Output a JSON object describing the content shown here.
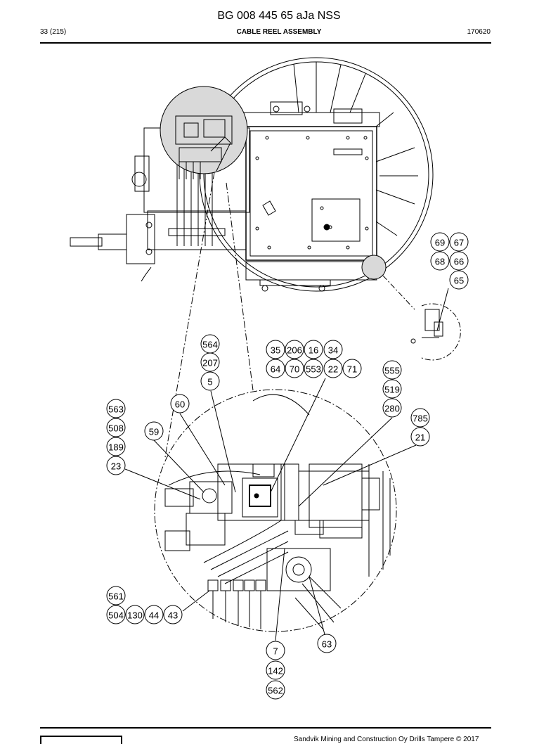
{
  "header": {
    "document_number": "BG 008 445 65 aJa NSS",
    "page": "33 (215)",
    "section_title": "CABLE REEL ASSEMBLY",
    "revision": "170620"
  },
  "footer": {
    "copyright": "Sandvik Mining and Construction Oy Drills Tampere © 2017"
  },
  "callouts": {
    "upper_detail": [
      "69",
      "67",
      "68",
      "66",
      "65"
    ],
    "column_564": [
      "564",
      "207",
      "5"
    ],
    "group_top_row": [
      "35",
      "206",
      "16",
      "34"
    ],
    "group_second_row": [
      "64",
      "70",
      "553",
      "22",
      "71"
    ],
    "column_555": [
      "555",
      "519",
      "280"
    ],
    "right_pair": [
      "785",
      "21"
    ],
    "left_column": [
      "563",
      "508",
      "189",
      "23"
    ],
    "single_60": "60",
    "single_59": "59",
    "bottom_left_column": [
      "561"
    ],
    "bottom_left_row": [
      "504",
      "130",
      "44",
      "43"
    ],
    "bottom_column": [
      "7",
      "142",
      "562"
    ],
    "single_63": "63"
  }
}
